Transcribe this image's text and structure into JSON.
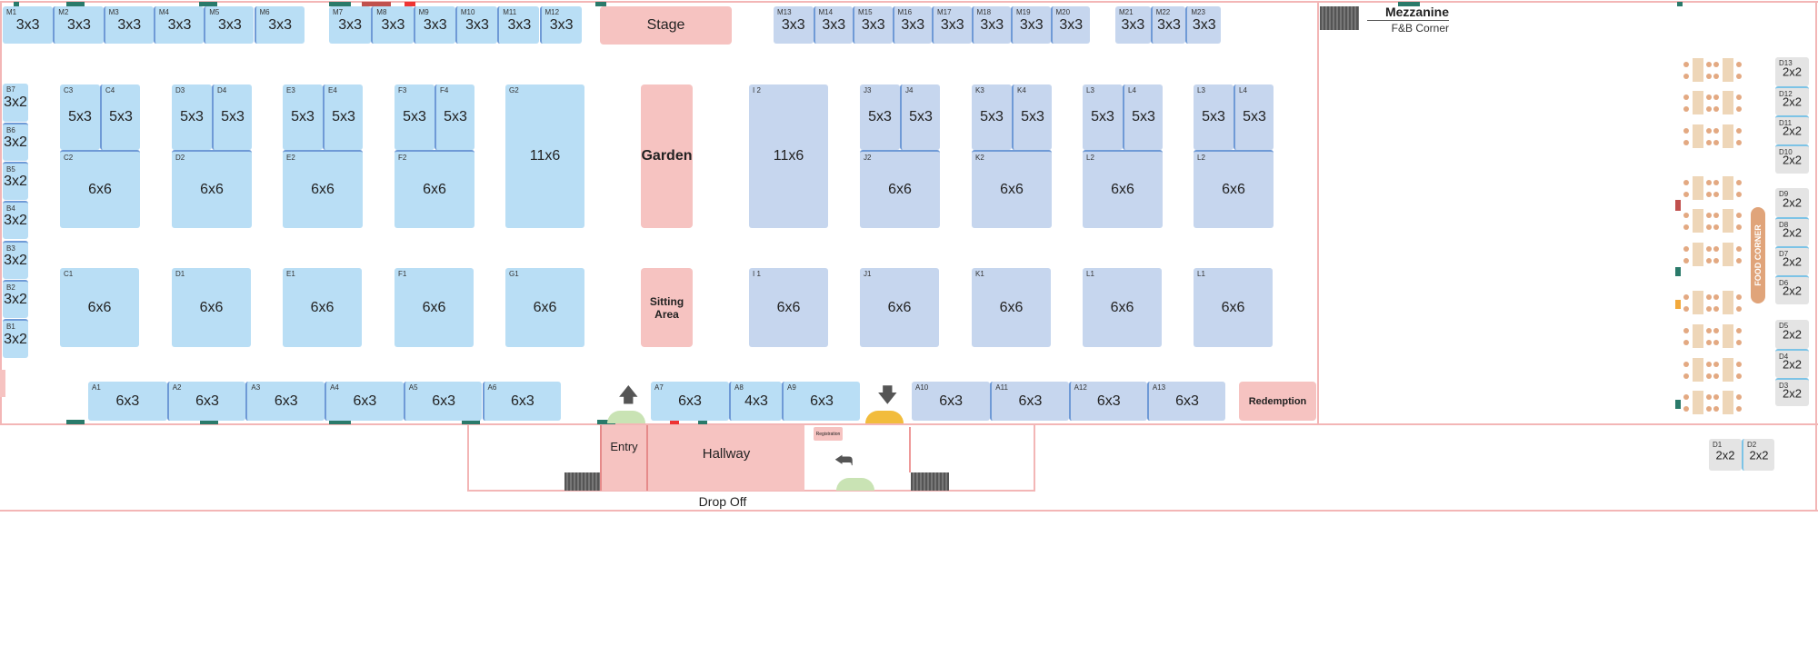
{
  "header": {
    "mezzanine": "Mezzanine",
    "fnb": "F&B Corner"
  },
  "zones": {
    "stage": "Stage",
    "garden": "Garden",
    "sitting_1": "Sitting",
    "sitting_2": "Area",
    "redemption": "Redemption",
    "food_corner": "FOOD CORNER",
    "entry": "Entry",
    "hallway": "Hallway",
    "registration": "Registration",
    "drop_off": "Drop Off"
  },
  "colors": {
    "booth_left": "#b9def5",
    "booth_right": "#c6d6ee",
    "booth_mezz": "#e4e4e4",
    "zone_pink": "#f6c3c1",
    "divider": "#6f9ad6",
    "wall": "#f3b6b6"
  },
  "booths": [
    {
      "id": "M1",
      "size": "3x3"
    },
    {
      "id": "M2",
      "size": "3x3"
    },
    {
      "id": "M3",
      "size": "3x3"
    },
    {
      "id": "M4",
      "size": "3x3"
    },
    {
      "id": "M5",
      "size": "3x3"
    },
    {
      "id": "M6",
      "size": "3x3"
    },
    {
      "id": "M7",
      "size": "3x3"
    },
    {
      "id": "M8",
      "size": "3x3"
    },
    {
      "id": "M9",
      "size": "3x3"
    },
    {
      "id": "M10",
      "size": "3x3"
    },
    {
      "id": "M11",
      "size": "3x3"
    },
    {
      "id": "M12",
      "size": "3x3"
    },
    {
      "id": "M13",
      "size": "3x3"
    },
    {
      "id": "M14",
      "size": "3x3"
    },
    {
      "id": "M15",
      "size": "3x3"
    },
    {
      "id": "M16",
      "size": "3x3"
    },
    {
      "id": "M17",
      "size": "3x3"
    },
    {
      "id": "M18",
      "size": "3x3"
    },
    {
      "id": "M19",
      "size": "3x3"
    },
    {
      "id": "M20",
      "size": "3x3"
    },
    {
      "id": "M21",
      "size": "3x3"
    },
    {
      "id": "M22",
      "size": "3x3"
    },
    {
      "id": "M23",
      "size": "3x3"
    },
    {
      "id": "B7",
      "size": "3x2"
    },
    {
      "id": "B6",
      "size": "3x2"
    },
    {
      "id": "B5",
      "size": "3x2"
    },
    {
      "id": "B4",
      "size": "3x2"
    },
    {
      "id": "B3",
      "size": "3x2"
    },
    {
      "id": "B2",
      "size": "3x2"
    },
    {
      "id": "B1",
      "size": "3x2"
    },
    {
      "id": "C3",
      "size": "5x3"
    },
    {
      "id": "C4",
      "size": "5x3"
    },
    {
      "id": "C2",
      "size": "6x6"
    },
    {
      "id": "D3",
      "size": "5x3"
    },
    {
      "id": "D4",
      "size": "5x3"
    },
    {
      "id": "D2",
      "size": "6x6"
    },
    {
      "id": "E3",
      "size": "5x3"
    },
    {
      "id": "E4",
      "size": "5x3"
    },
    {
      "id": "E2",
      "size": "6x6"
    },
    {
      "id": "F3",
      "size": "5x3"
    },
    {
      "id": "F4",
      "size": "5x3"
    },
    {
      "id": "F2",
      "size": "6x6"
    },
    {
      "id": "G2",
      "size": "11x6"
    },
    {
      "id": "I 2",
      "size": "11x6"
    },
    {
      "id": "J3",
      "size": "5x3"
    },
    {
      "id": "J4",
      "size": "5x3"
    },
    {
      "id": "J2",
      "size": "6x6"
    },
    {
      "id": "K3",
      "size": "5x3"
    },
    {
      "id": "K4",
      "size": "5x3"
    },
    {
      "id": "K2",
      "size": "6x6"
    },
    {
      "id": "L3",
      "size": "5x3"
    },
    {
      "id": "L4",
      "size": "5x3"
    },
    {
      "id": "L2",
      "size": "6x6"
    },
    {
      "id": "L3",
      "size": "5x3"
    },
    {
      "id": "L4",
      "size": "5x3"
    },
    {
      "id": "L2",
      "size": "6x6"
    },
    {
      "id": "C1",
      "size": "6x6"
    },
    {
      "id": "D1",
      "size": "6x6"
    },
    {
      "id": "E1",
      "size": "6x6"
    },
    {
      "id": "F1",
      "size": "6x6"
    },
    {
      "id": "G1",
      "size": "6x6"
    },
    {
      "id": "I 1",
      "size": "6x6"
    },
    {
      "id": "J1",
      "size": "6x6"
    },
    {
      "id": "K1",
      "size": "6x6"
    },
    {
      "id": "L1",
      "size": "6x6"
    },
    {
      "id": "L1",
      "size": "6x6"
    },
    {
      "id": "A1",
      "size": "6x3"
    },
    {
      "id": "A2",
      "size": "6x3"
    },
    {
      "id": "A3",
      "size": "6x3"
    },
    {
      "id": "A4",
      "size": "6x3"
    },
    {
      "id": "A5",
      "size": "6x3"
    },
    {
      "id": "A6",
      "size": "6x3"
    },
    {
      "id": "A7",
      "size": "6x3"
    },
    {
      "id": "A8",
      "size": "4x3"
    },
    {
      "id": "A9",
      "size": "6x3"
    },
    {
      "id": "A10",
      "size": "6x3"
    },
    {
      "id": "A11",
      "size": "6x3"
    },
    {
      "id": "A12",
      "size": "6x3"
    },
    {
      "id": "A13",
      "size": "6x3"
    },
    {
      "id": "D13",
      "size": "2x2"
    },
    {
      "id": "D12",
      "size": "2x2"
    },
    {
      "id": "D11",
      "size": "2x2"
    },
    {
      "id": "D10",
      "size": "2x2"
    },
    {
      "id": "D9",
      "size": "2x2"
    },
    {
      "id": "D8",
      "size": "2x2"
    },
    {
      "id": "D7",
      "size": "2x2"
    },
    {
      "id": "D6",
      "size": "2x2"
    },
    {
      "id": "D5",
      "size": "2x2"
    },
    {
      "id": "D4",
      "size": "2x2"
    },
    {
      "id": "D3",
      "size": "2x2"
    },
    {
      "id": "D1",
      "size": "2x2"
    },
    {
      "id": "D2",
      "size": "2x2"
    }
  ]
}
